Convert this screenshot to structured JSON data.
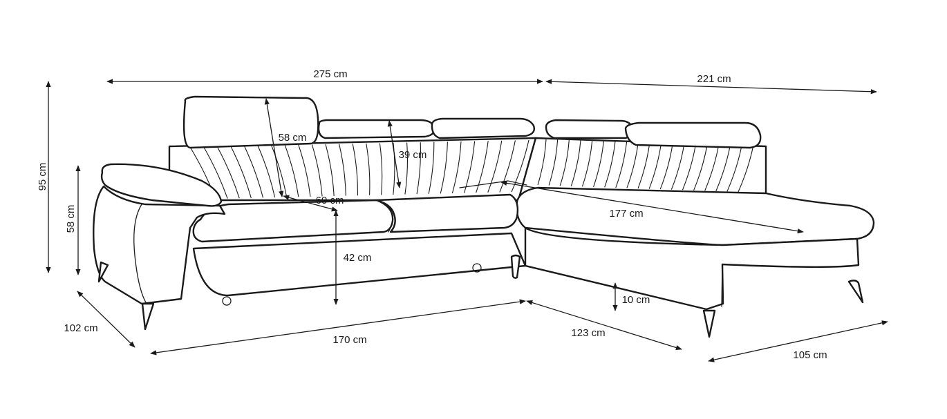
{
  "dimensions": {
    "total_width": "275 cm",
    "chaise_length": "221 cm",
    "total_height": "95 cm",
    "armrest_height": "58 cm",
    "headrest_height": "58 cm",
    "backrest_height": "39 cm",
    "seat_depth": "60 cm",
    "seat_height": "42 cm",
    "chaise_seat_length": "177 cm",
    "leg_height": "10 cm",
    "depth": "102 cm",
    "sleeping_width": "170 cm",
    "corner_depth": "123 cm",
    "chaise_width": "105 cm"
  },
  "colors": {
    "line": "#1a1a1a",
    "background": "#ffffff"
  }
}
